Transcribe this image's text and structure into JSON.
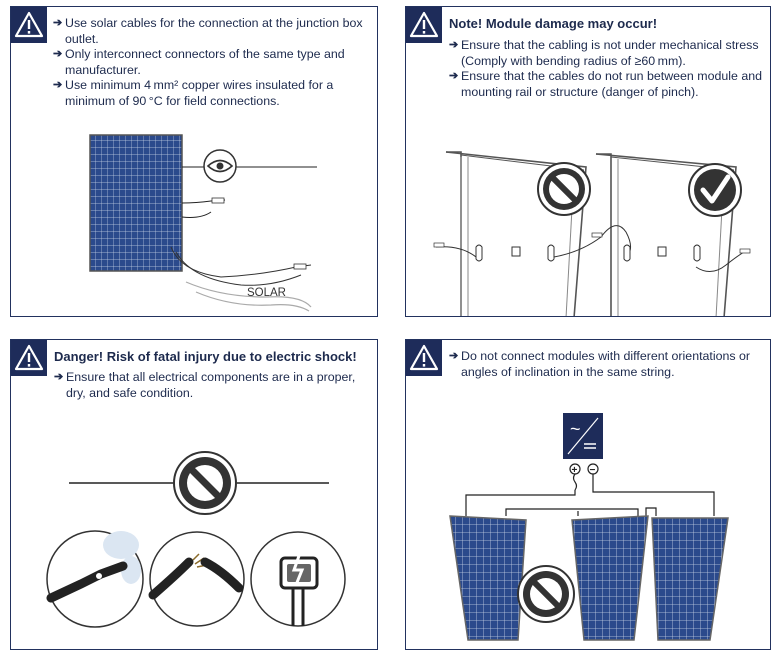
{
  "panel1": {
    "bullets": [
      "Use solar cables for the connection at the junction box outlet.",
      "Only interconnect connectors of the same type and manufacturer.",
      "Use minimum 4 mm² copper wires insulated for a minimum of 90 °C for field connections."
    ],
    "cable_label": "SOLAR"
  },
  "panel2": {
    "heading": "Note! Module damage may occur!",
    "bullets": [
      "Ensure that the cabling is not under mechanical stress (Comply with bending radius of ≥60 mm).",
      "Ensure that the cables do not run between module and mounting rail or structure (danger of pinch)."
    ]
  },
  "panel3": {
    "heading": "Danger! Risk of fatal injury due to electric shock!",
    "bullets": [
      "Ensure that all electrical components are in a proper, dry, and safe condition."
    ]
  },
  "panel4": {
    "bullets": [
      "Do not connect modules with different orientations or angles of inclination in the same string."
    ],
    "inverter_symbols": {
      "ac": "~",
      "plus": "+",
      "minus": "−"
    }
  },
  "icons": [
    "warning-triangle-icon",
    "eye-icon",
    "prohibited-icon",
    "checkmark-icon",
    "inverter-icon",
    "lightning-icon"
  ],
  "colors": {
    "navy": "#1e2c5a",
    "panel_cell": "#2b4a8c",
    "text": "#1d2a4d"
  }
}
